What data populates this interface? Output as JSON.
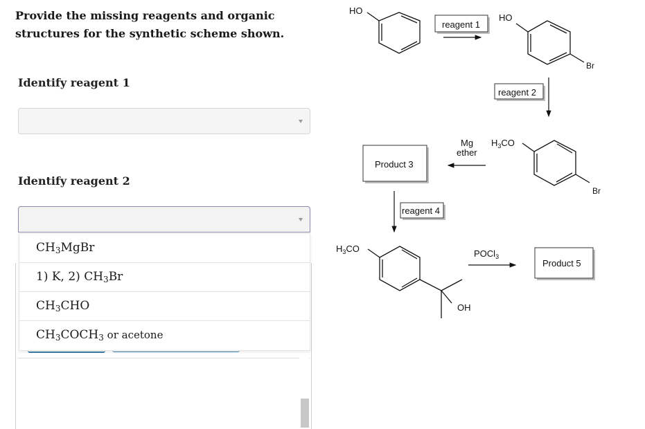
{
  "question": {
    "text": "Provide the missing reagents and organic structures for the synthetic scheme shown."
  },
  "reagent1": {
    "label": "Identify reagent 1",
    "selected": ""
  },
  "reagent2": {
    "label": "Identify reagent 2",
    "selected": "",
    "options": [
      {
        "main": "CH",
        "sub": "3",
        "rest": "MgBr",
        "extra": ""
      },
      {
        "main": "1) K, 2) CH",
        "sub": "3",
        "rest": "Br",
        "extra": ""
      },
      {
        "main": "CH",
        "sub": "3",
        "rest": "CHO",
        "extra": ""
      },
      {
        "main": "CH",
        "sub": "3",
        "rest": "COCH",
        "sub2": "3",
        "extra": " or acetone"
      }
    ]
  },
  "scheme": {
    "ho": "HO",
    "reagent_1": "reagent 1",
    "reagent_2": "reagent 2",
    "br": "Br",
    "h3co_h": "H",
    "h3co_3": "3",
    "h3co_co": "CO",
    "mg": "Mg",
    "ether": "ether",
    "product_3": "Product 3",
    "reagent_4": "reagent 4",
    "pocl": "POCl",
    "pocl_3": "3",
    "oh": "OH",
    "product_5": "Product 5"
  }
}
